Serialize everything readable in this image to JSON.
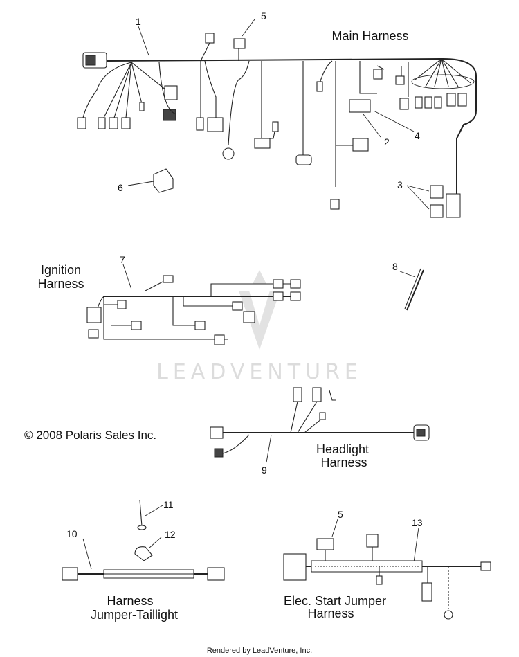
{
  "titles": {
    "main": "Main Harness",
    "ignition_1": "Ignition",
    "ignition_2": "Harness",
    "headlight_1": "Headlight",
    "headlight_2": "Harness",
    "jumper_taillight_1": "Harness",
    "jumper_taillight_2": "Jumper-Taillight",
    "elec_start_1": "Elec. Start Jumper",
    "elec_start_2": "Harness"
  },
  "copyright": "© 2008 Polaris Sales Inc.",
  "watermark": "LEADVENTURE",
  "footer": "Rendered by LeadVenture, Inc.",
  "callouts": {
    "c1": "1",
    "c5a": "5",
    "c2": "2",
    "c4": "4",
    "c3": "3",
    "c6": "6",
    "c7": "7",
    "c8": "8",
    "c9": "9",
    "c10": "10",
    "c11": "11",
    "c12": "12",
    "c5b": "5",
    "c13": "13"
  }
}
